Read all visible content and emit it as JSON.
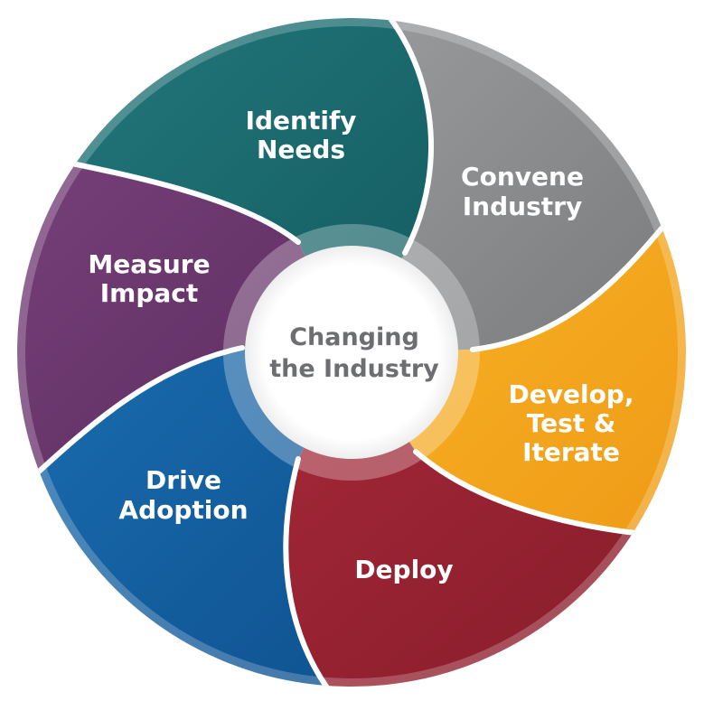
{
  "center": {
    "line1": "Changing",
    "line2": "the Industry",
    "text_color": "#6d6e71"
  },
  "segments": [
    {
      "id": "identify-needs",
      "line1": "Identify",
      "line2": "Needs",
      "color": "#1d6e72"
    },
    {
      "id": "convene-industry",
      "line1": "Convene",
      "line2": "Industry",
      "color": "#8a8c8e"
    },
    {
      "id": "develop-test-iterate",
      "line1": "Develop,",
      "line2": "Test &",
      "line3": "Iterate",
      "color": "#f6a81f"
    },
    {
      "id": "deploy",
      "line1": "Deploy",
      "color": "#962231"
    },
    {
      "id": "drive-adoption",
      "line1": "Drive",
      "line2": "Adoption",
      "color": "#1660a0"
    },
    {
      "id": "measure-impact",
      "line1": "Measure",
      "line2": "Impact",
      "color": "#69356f"
    }
  ]
}
